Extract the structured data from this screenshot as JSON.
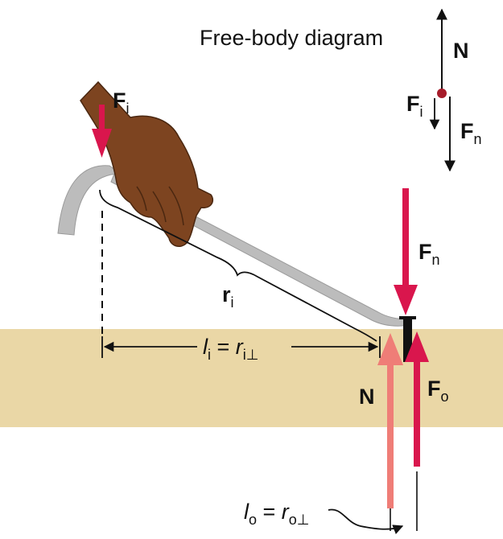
{
  "fbd": {
    "title": "Free-body diagram",
    "N": "N",
    "Fi_main": "F",
    "Fi_sub": "i",
    "Fn_main": "F",
    "Fn_sub": "n"
  },
  "hand_force": {
    "main": "F",
    "sub": "i"
  },
  "lever_arm": {
    "main": "r",
    "sub": "i"
  },
  "input_distance": {
    "l": "l",
    "l_sub": "i",
    "eq": " = ",
    "r": "r",
    "r_sub": "i⊥"
  },
  "nail_force_label": {
    "main": "F",
    "sub": "n"
  },
  "floor_normal_label": "N",
  "output_force_label": {
    "main": "F",
    "sub": "o"
  },
  "output_distance": {
    "l": "l",
    "l_sub": "o",
    "eq": " = ",
    "r": "r",
    "r_sub": "o⊥"
  },
  "colors": {
    "floor": "#ead7a6",
    "force_red": "#d9164d",
    "normal_pink": "#ef7d77",
    "bar_gray": "#b9b9b9",
    "hand": "#7d4420",
    "fbd_dot": "#a61c2a",
    "nail": "#111111"
  }
}
